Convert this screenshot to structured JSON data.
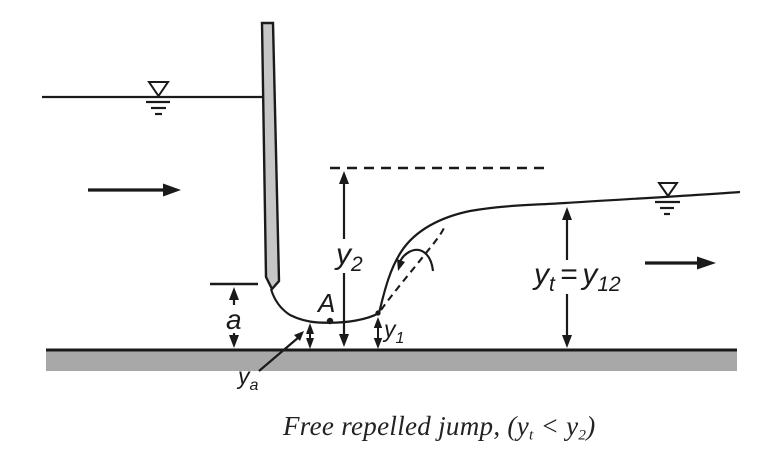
{
  "figure": {
    "type": "sluice-gate-free-repelled-hydraulic-jump-diagram",
    "caption": {
      "part1": "Free repelled jump, (y",
      "sub1": "t",
      "part2": " < y",
      "sub2": "2",
      "part3": ")"
    },
    "labels": {
      "y2_main": "y",
      "y2_sub": "2",
      "gate_opening": "a",
      "point": "A",
      "y1_main": "y",
      "y1_sub": "1",
      "ya_main": "y",
      "ya_sub": "a",
      "yt_main": "y",
      "yt_sub": "t",
      "equals": "=",
      "y12_main": "y",
      "y12_sub": "12"
    },
    "colors": {
      "line": "#1a1a1a",
      "gate_fill": "#c6c6c6",
      "floor_fill": "#a8a8a8",
      "background": "#ffffff"
    }
  }
}
